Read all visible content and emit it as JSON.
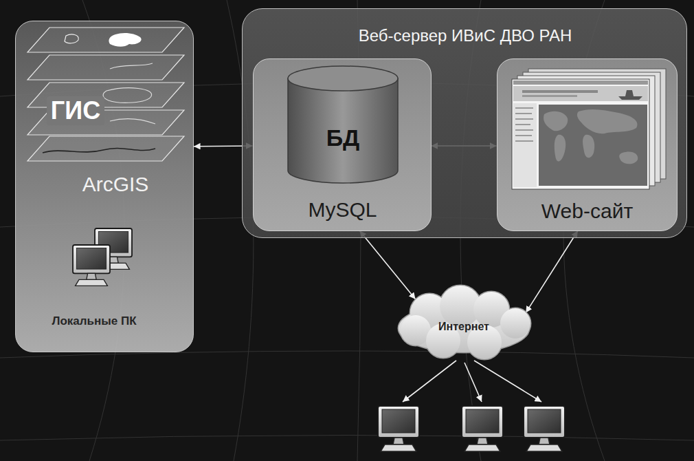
{
  "diagram": {
    "nodes": [
      {
        "text": [
          "ГИС",
          "ArcGIS",
          "Локальные ПК"
        ]
      },
      {
        "text": [
          "Веб-сервер ИВиС ДВО РАН"
        ]
      },
      {
        "text": [
          "MySQL"
        ],
        "in": 1
      },
      {
        "text": [
          "БД"
        ],
        "in": 2
      },
      {
        "text": [
          "Web-сайт"
        ],
        "in": 1
      },
      {
        "text": [
          "Интернет"
        ]
      }
    ],
    "edges": [
      {
        "from": 0,
        "to": 2,
        "arrow": "both"
      },
      {
        "from": 2,
        "to": 4,
        "arrow": "both"
      },
      {
        "from": 2,
        "to": 5,
        "arrow": "both"
      },
      {
        "from": 4,
        "to": 5,
        "arrow": "both"
      }
    ]
  }
}
